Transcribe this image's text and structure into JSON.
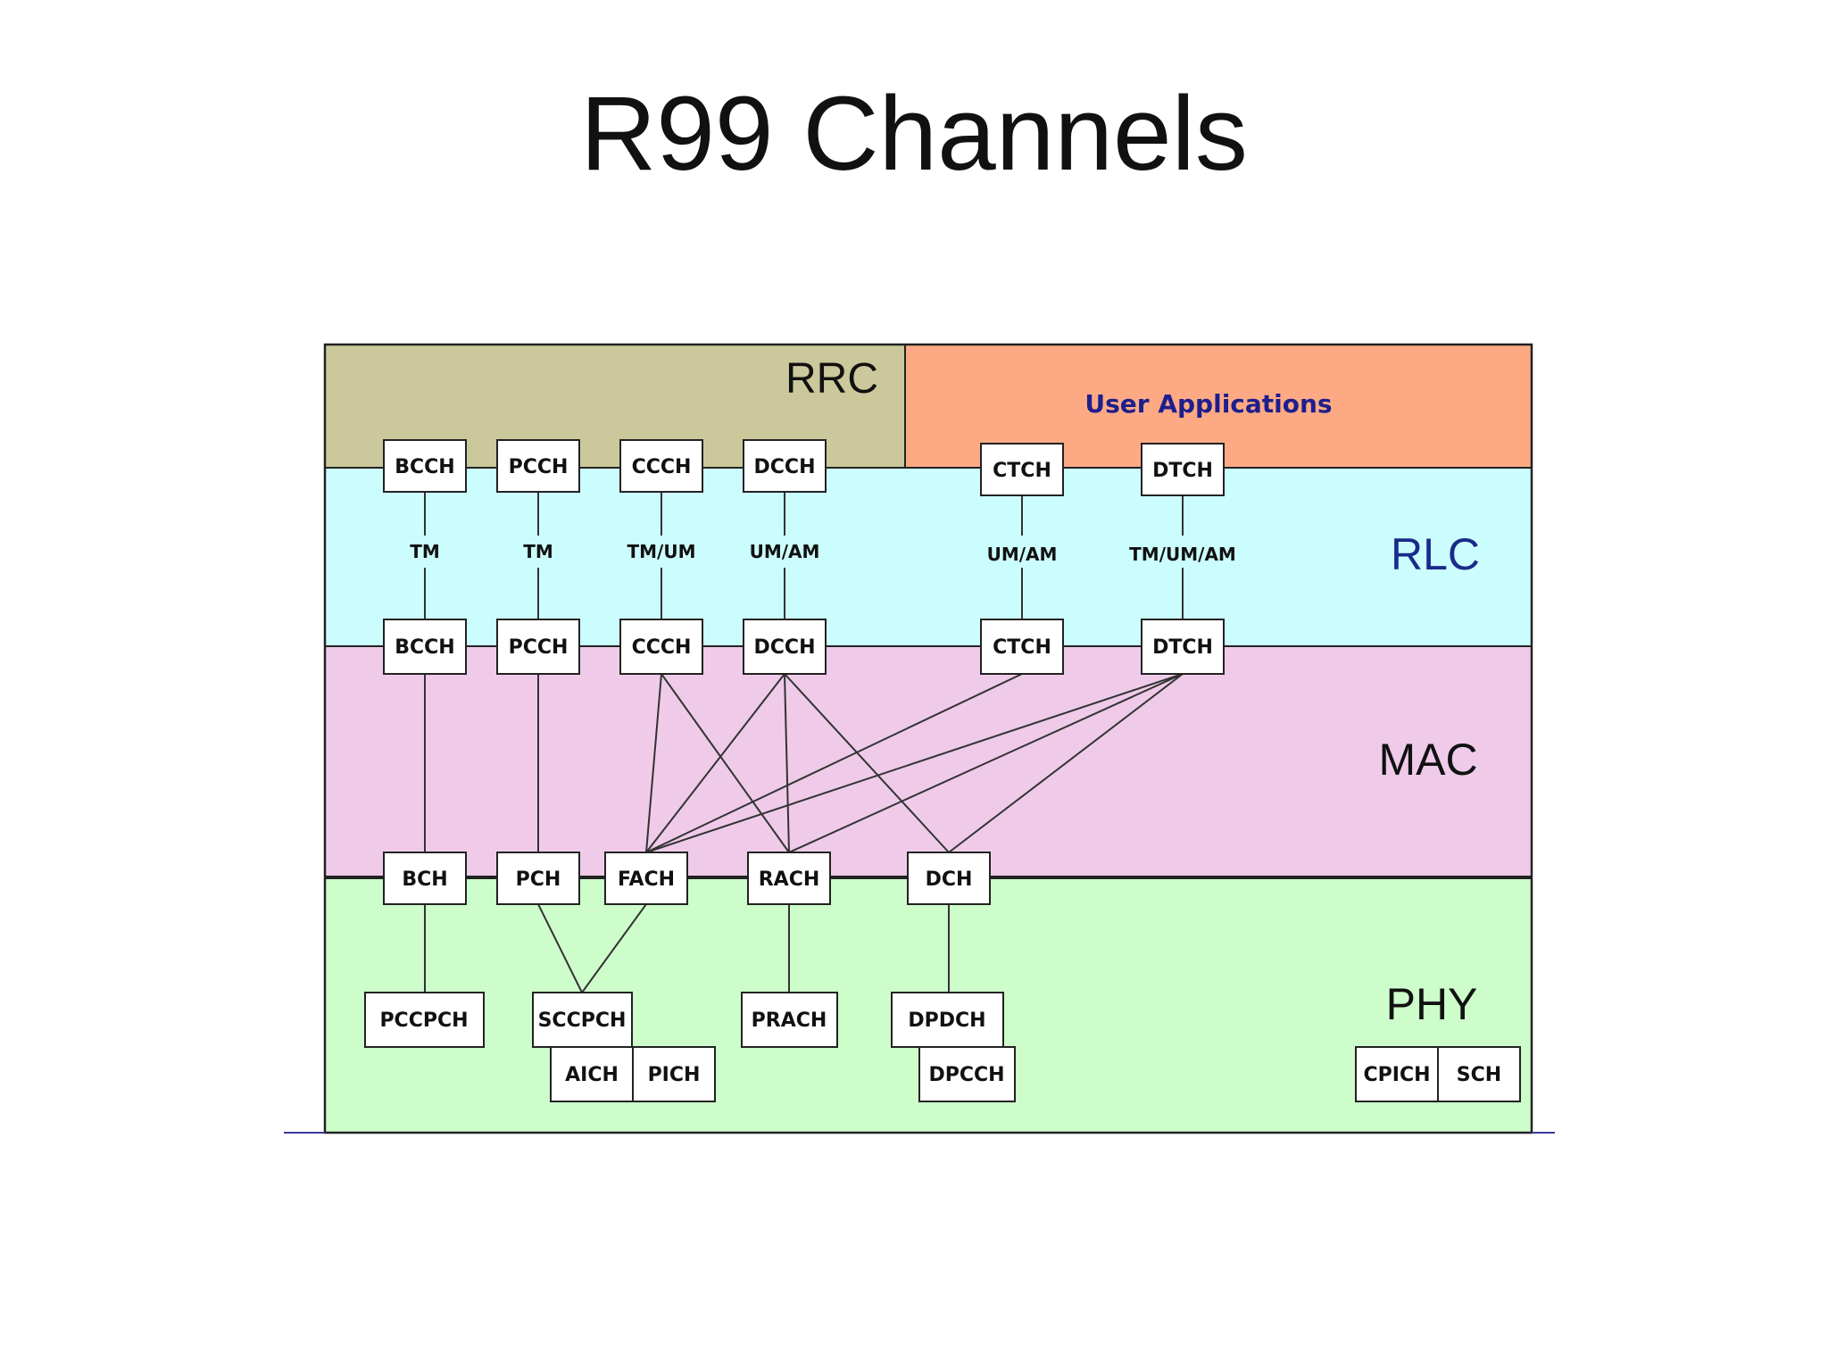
{
  "title": "R99 Channels",
  "layers": {
    "rrc": "RRC",
    "user_apps": "User Applications",
    "rlc": "RLC",
    "mac": "MAC",
    "phy": "PHY"
  },
  "colors": {
    "rrc": "#cbc99b",
    "user_apps": "#fdaa84",
    "rlc": "#ccfdfe",
    "mac": "#efcbe9",
    "phy": "#cdfdcb",
    "rlc_text": "#1a2a8a",
    "user_apps_text": "#1e1e8c"
  },
  "rrc_channels": [
    "BCCH",
    "PCCH",
    "CCCH",
    "DCCH"
  ],
  "user_channels": [
    "CTCH",
    "DTCH"
  ],
  "rlc_modes": [
    "TM",
    "TM",
    "TM/UM",
    "UM/AM",
    "UM/AM",
    "TM/UM/AM"
  ],
  "mac_logical": [
    "BCCH",
    "PCCH",
    "CCCH",
    "DCCH",
    "CTCH",
    "DTCH"
  ],
  "transport": [
    "BCH",
    "PCH",
    "FACH",
    "RACH",
    "DCH"
  ],
  "physical": [
    "PCCPCH",
    "SCCPCH",
    "AICH",
    "PICH",
    "PRACH",
    "DPDCH",
    "DPCCH",
    "CPICH",
    "SCH"
  ]
}
